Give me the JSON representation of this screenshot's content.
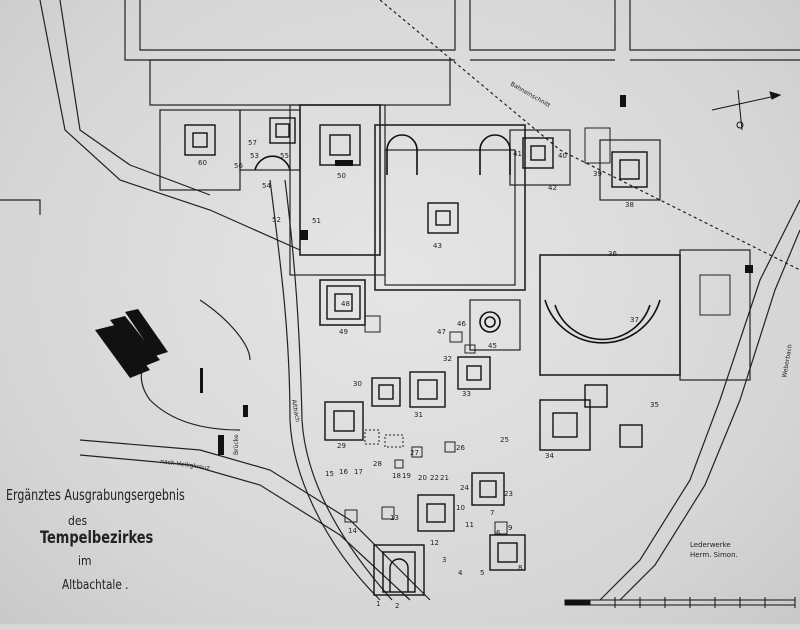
{
  "title": {
    "line1": "Ergänztes Ausgrabungsergebnis",
    "line2": "des",
    "line3": "Tempelbezirkes",
    "line4": "im",
    "line5": "Altbachtale ."
  },
  "publisher": {
    "line1": "Lederwerke",
    "line2": "Herm. Simon."
  },
  "roads": {
    "nach_helligkreuz": "nach Helligkreuz",
    "bruecke": "Brücke",
    "altbach": "Altbach",
    "weberbach": "Weberbach",
    "bahneinschnitt": "Bahneinschnitt"
  },
  "labels": [
    "60",
    "55",
    "57",
    "56",
    "54",
    "53",
    "50",
    "51",
    "52",
    "43",
    "41",
    "40",
    "42",
    "39",
    "38",
    "37",
    "36",
    "35",
    "34",
    "33",
    "32",
    "31",
    "30",
    "29",
    "28",
    "27",
    "26",
    "25",
    "24",
    "23",
    "22",
    "21",
    "20",
    "19",
    "18",
    "17",
    "16",
    "15",
    "14",
    "13",
    "12",
    "11",
    "10",
    "9",
    "8",
    "7",
    "6",
    "5",
    "4",
    "3",
    "2",
    "1",
    "47",
    "46",
    "45",
    "48",
    "49"
  ],
  "compass": {
    "icon": "compass-rose-icon"
  },
  "scale_bar": {
    "icon": "scale-bar-icon"
  }
}
